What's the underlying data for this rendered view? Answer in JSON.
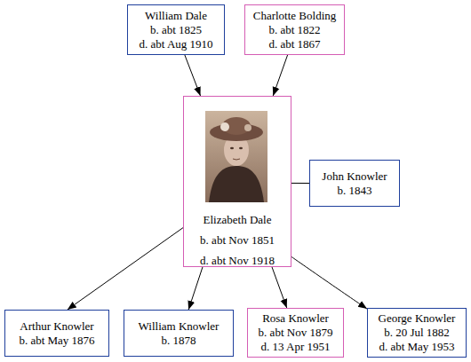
{
  "diagram": {
    "nodes": [
      {
        "text": [
          "William Dale",
          "b. abt 1825",
          "d. abt Aug 1910"
        ]
      },
      {
        "text": [
          "Charlotte Bolding",
          "b. abt 1822",
          "d. abt 1867"
        ]
      },
      {
        "text": [
          "Elizabeth Dale",
          "b. abt Nov 1851",
          "d. abt Nov 1918"
        ]
      },
      {
        "text": [
          "John Knowler",
          "b. 1843"
        ]
      },
      {
        "text": [
          "Arthur Knowler",
          "b. abt May 1876"
        ]
      },
      {
        "text": [
          "William Knowler",
          "b. 1878"
        ]
      },
      {
        "text": [
          "Rosa Knowler",
          "b. abt Nov 1879",
          "d. 13 Apr 1951"
        ]
      },
      {
        "text": [
          "George Knowler",
          "b. 20 Jul 1882",
          "d. abt May 1953"
        ]
      }
    ],
    "edges": [
      {
        "from": 0,
        "to": 2,
        "arrow": "to"
      },
      {
        "from": 1,
        "to": 2,
        "arrow": "to"
      },
      {
        "from": 2,
        "to": 3,
        "arrow": "none"
      },
      {
        "from": 2,
        "to": 4,
        "arrow": "to"
      },
      {
        "from": 2,
        "to": 5,
        "arrow": "to"
      },
      {
        "from": 2,
        "to": 6,
        "arrow": "to"
      },
      {
        "from": 2,
        "to": 7,
        "arrow": "to"
      }
    ]
  }
}
